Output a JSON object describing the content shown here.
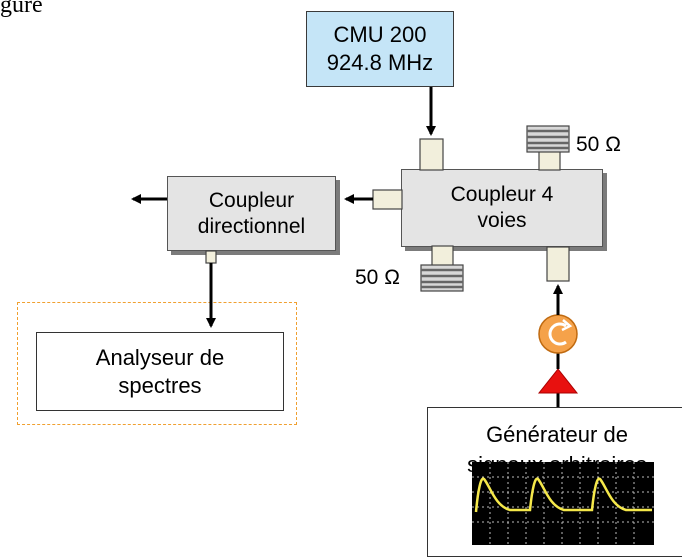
{
  "header": {
    "partial_text": "gure"
  },
  "blocks": {
    "cmu": "CMU 200\n924.8 MHz",
    "coupleur4": "Coupleur 4\nvoies",
    "coupleur_dir": "Coupleur\ndirectionnel",
    "analyseur": "Analyseur de\nspectres",
    "generateur": "Générateur de\nsignaux arbitraires"
  },
  "terminations": {
    "top": "50 Ω",
    "bottom": "50 Ω"
  },
  "colors": {
    "cmu_fill": "#c5e5f7",
    "coupler_fill": "#e4e4e4",
    "port_fill": "#f2efdc",
    "circulator": "#f5a24a",
    "amplifier": "#e8110f",
    "dashed_frame": "#f0a030",
    "scope_trace": "#f5e84a"
  },
  "icons": [
    "arrow-icon",
    "load-icon",
    "circulator-icon",
    "amplifier-icon",
    "oscilloscope-icon"
  ]
}
